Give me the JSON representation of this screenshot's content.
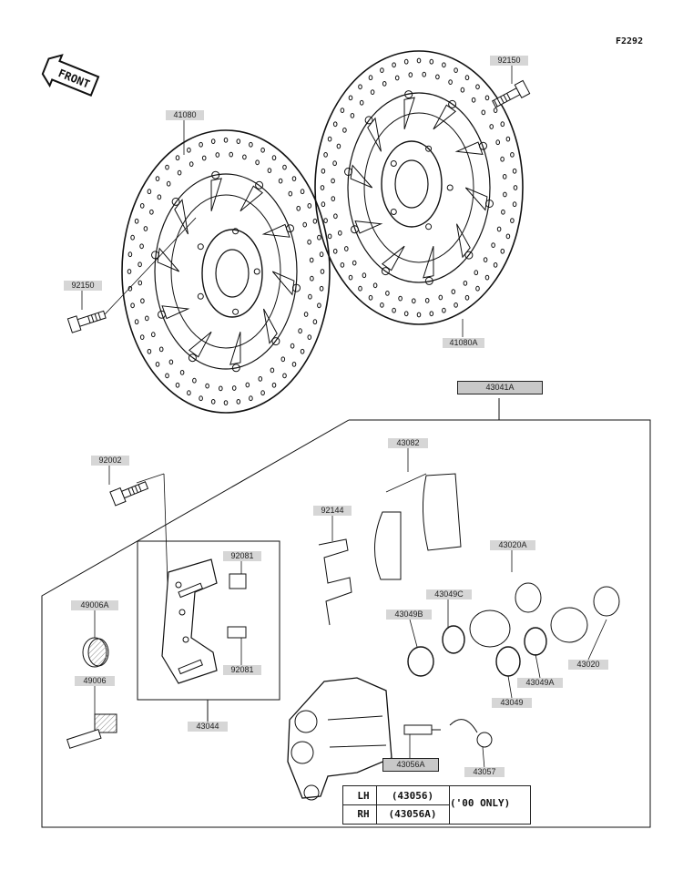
{
  "figure_number": "F2292",
  "front_label": "FRONT",
  "parts": [
    {
      "id": "disc-front-left",
      "number": "41080"
    },
    {
      "id": "disc-front-right",
      "number": "41080A"
    },
    {
      "id": "bolt-top-right",
      "number": "92150"
    },
    {
      "id": "bolt-left",
      "number": "92150"
    },
    {
      "id": "caliper-assembly",
      "number": "43041A"
    },
    {
      "id": "bolt-caliper",
      "number": "92002"
    },
    {
      "id": "pad-set",
      "number": "43082"
    },
    {
      "id": "spring-pad",
      "number": "92144"
    },
    {
      "id": "holder-assembly",
      "number": "43044"
    },
    {
      "id": "boot-clip-top",
      "number": "92081"
    },
    {
      "id": "boot-clip-bottom",
      "number": "92081"
    },
    {
      "id": "boot-rubber",
      "number": "49006A"
    },
    {
      "id": "pin-slide",
      "number": "49006"
    },
    {
      "id": "piston-set",
      "number": "43020A"
    },
    {
      "id": "piston",
      "number": "43020"
    },
    {
      "id": "seal-c",
      "number": "43049C"
    },
    {
      "id": "seal-b",
      "number": "43049B"
    },
    {
      "id": "seal-a",
      "number": "43049A"
    },
    {
      "id": "seal",
      "number": "43049"
    },
    {
      "id": "caliper-body",
      "number": "43056A"
    },
    {
      "id": "bleed-cap",
      "number": "43057"
    }
  ],
  "legend": {
    "rows": [
      {
        "side": "LH",
        "part": "(43056)"
      },
      {
        "side": "RH",
        "part": "(43056A)"
      }
    ],
    "note": "('00 ONLY)"
  }
}
